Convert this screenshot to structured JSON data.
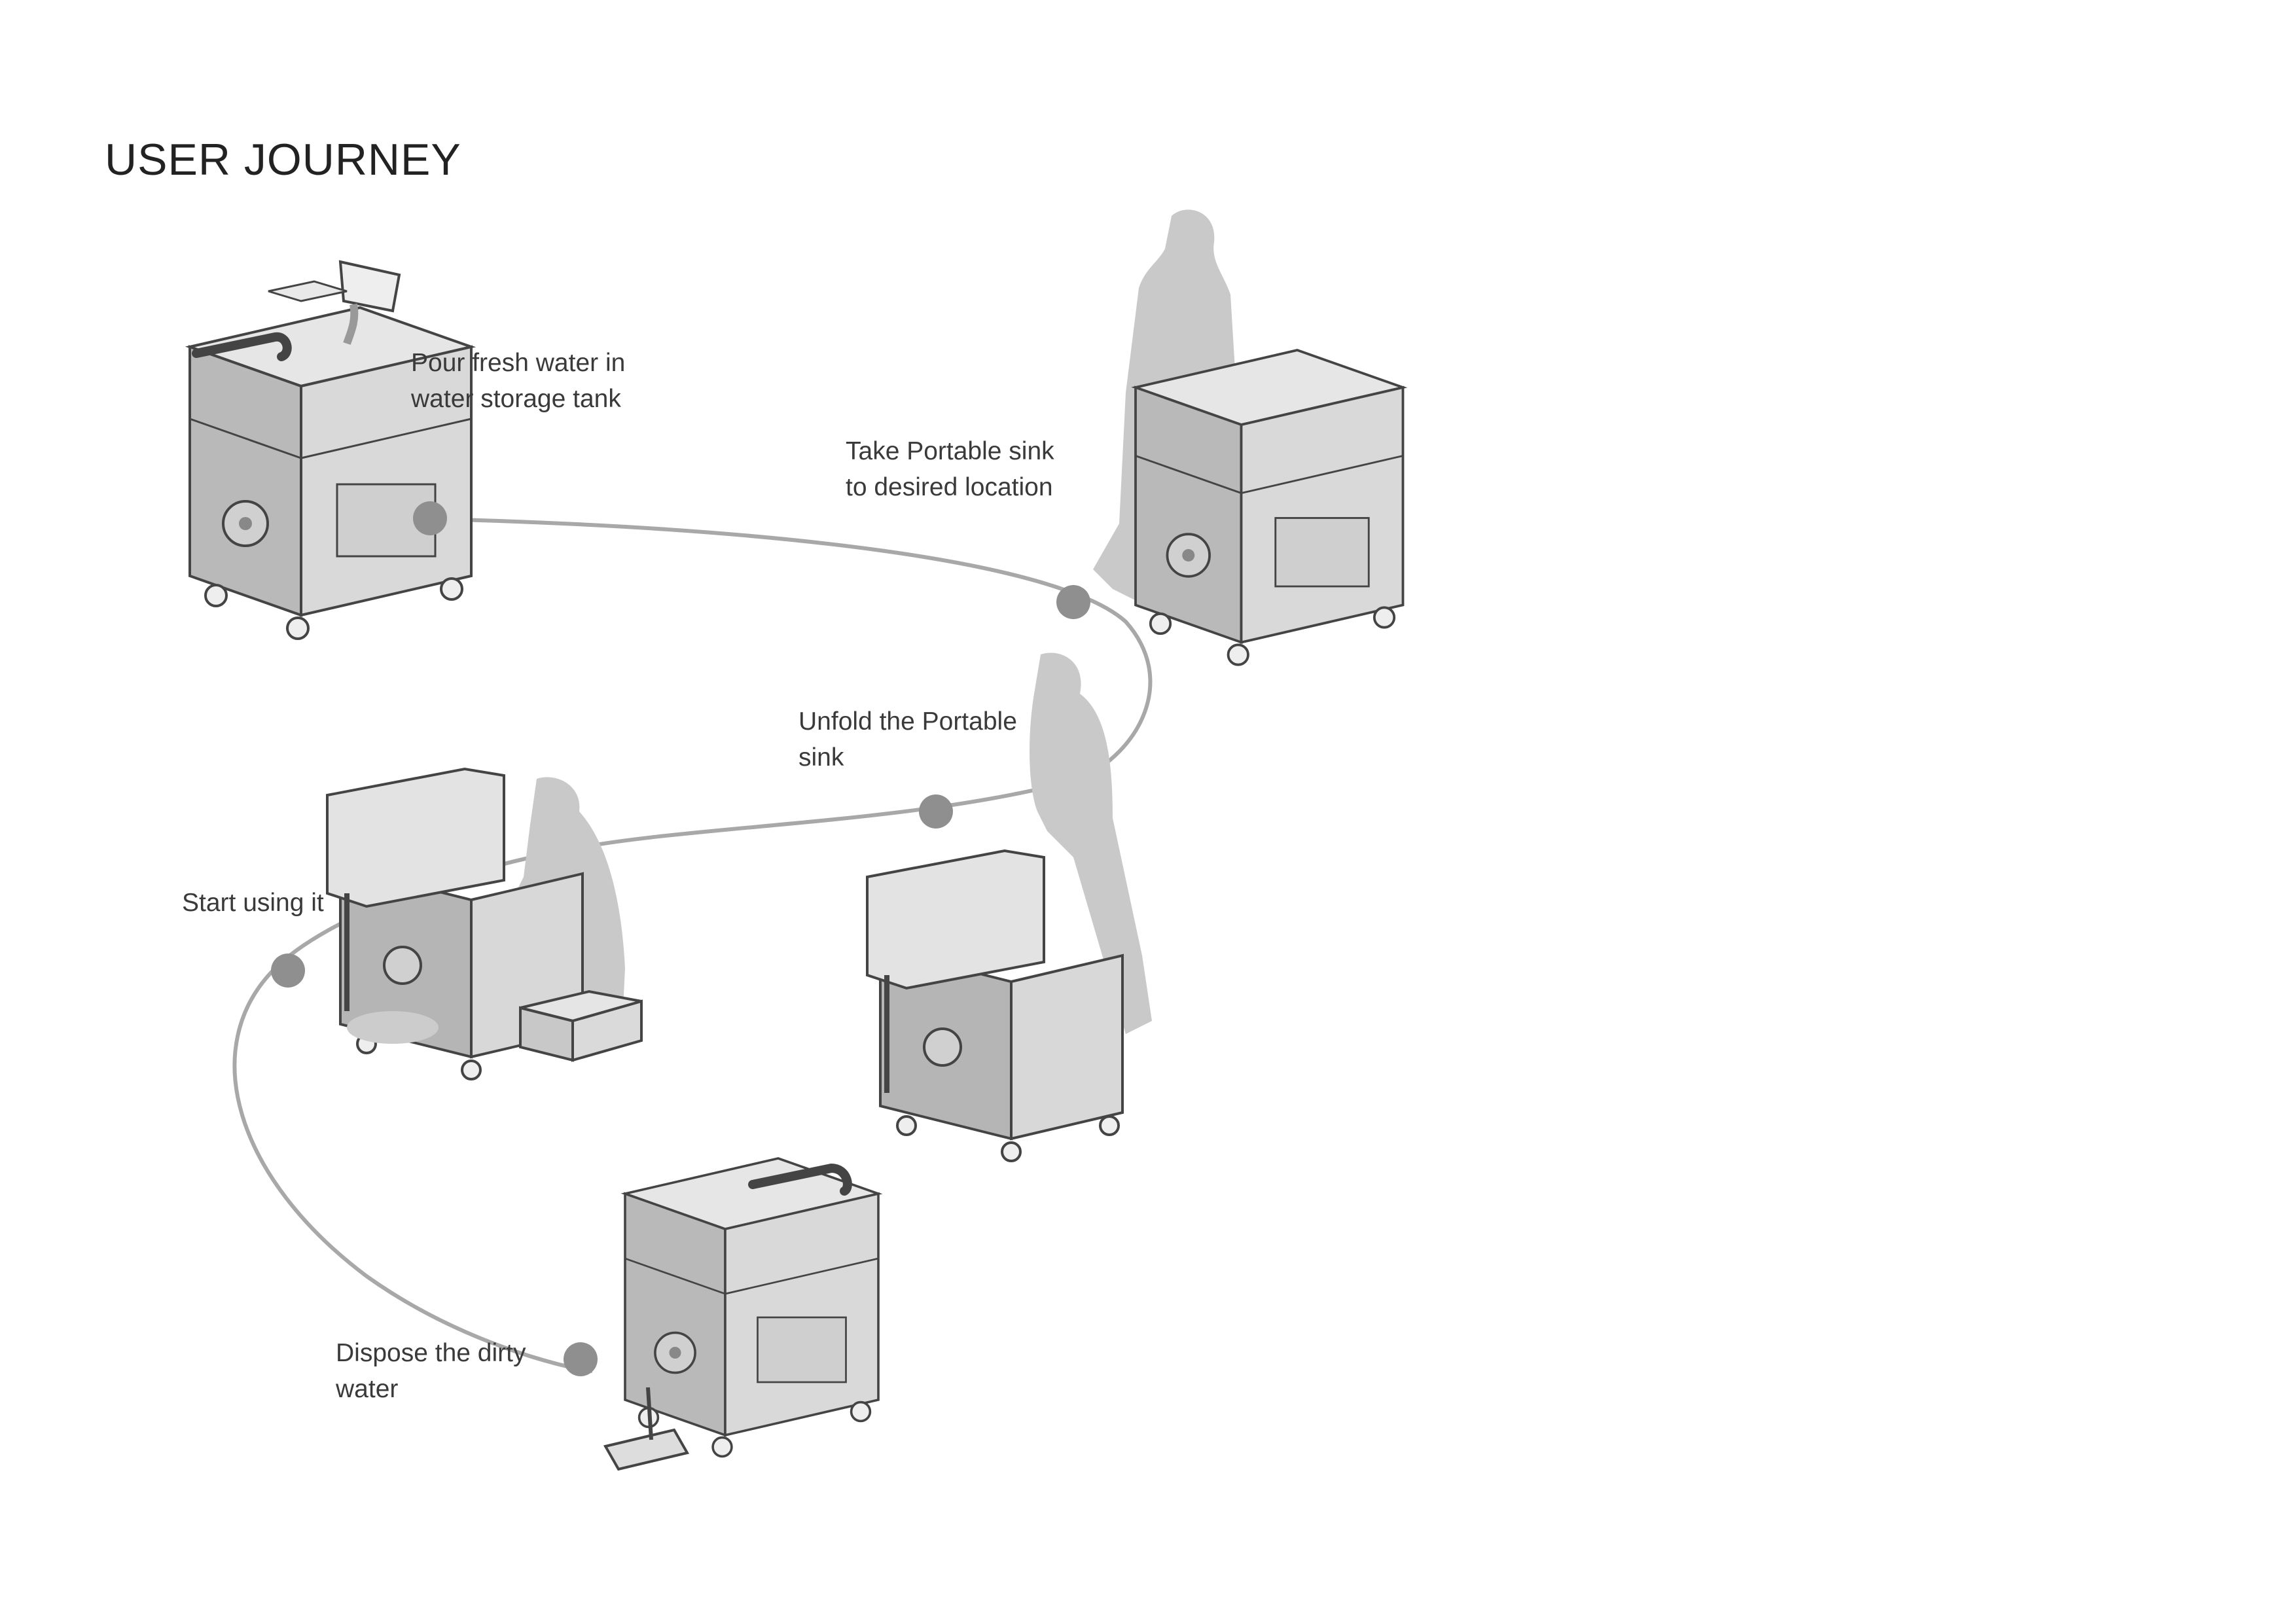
{
  "page": {
    "title": "USER JOURNEY"
  },
  "steps": [
    {
      "label": "Pour fresh water in\nwater storage tank"
    },
    {
      "label": "Take Portable sink\nto desired location"
    },
    {
      "label": "Unfold the Portable\nsink"
    },
    {
      "label": "Start using it"
    },
    {
      "label": "Dispose the dirty\nwater"
    }
  ],
  "colors": {
    "path_line": "#a8a8a8",
    "step_dot": "#8f8f8f",
    "silhouette": "#c9c9c9",
    "unit_body": "#d8d8d8",
    "unit_dark": "#b5b5b5",
    "outline": "#444444"
  }
}
